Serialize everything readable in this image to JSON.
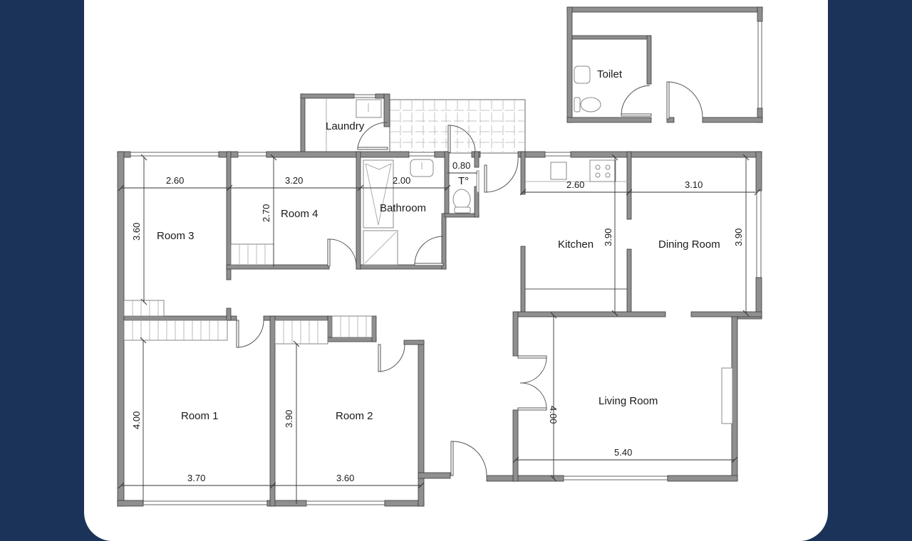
{
  "colors": {
    "background": "#1b3358",
    "panel": "#ffffff",
    "wall_fill": "#8f8f8f",
    "line": "#555555"
  },
  "rooms": {
    "room3": {
      "label": "Room 3",
      "width": "2.60",
      "depth": "3.60"
    },
    "room4": {
      "label": "Room 4",
      "width": "3.20",
      "depth": "2.70"
    },
    "bathroom": {
      "label": "Bathroom",
      "width": "2.00"
    },
    "wc": {
      "label": "T°",
      "width": "0.80"
    },
    "laundry": {
      "label": "Laundry"
    },
    "kitchen": {
      "label": "Kitchen",
      "width": "2.60",
      "depth": "3.90"
    },
    "dining": {
      "label": "Dining Room",
      "width": "3.10",
      "depth": "3.90"
    },
    "room1": {
      "label": "Room 1",
      "width": "3.70",
      "depth": "4.00"
    },
    "room2": {
      "label": "Room 2",
      "width": "3.60",
      "depth": "3.90"
    },
    "living": {
      "label": "Living Room",
      "width": "5.40",
      "depth": "4.00"
    },
    "outbuilding_toilet": {
      "label": "Toilet"
    }
  }
}
